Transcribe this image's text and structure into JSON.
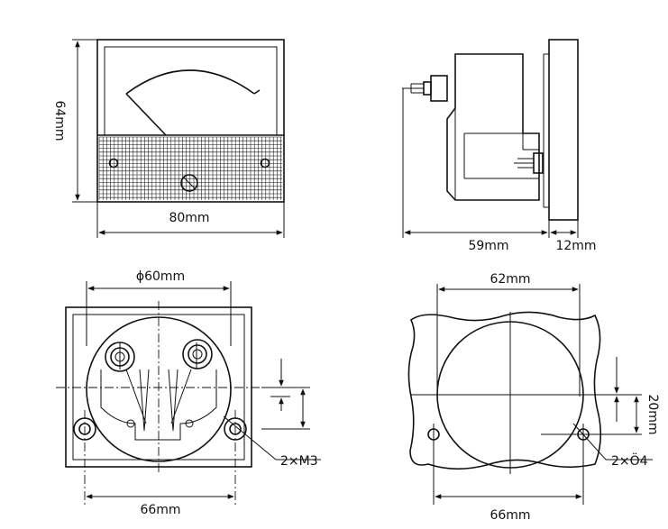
{
  "labels": {
    "front_height": "64mm",
    "front_width": "80mm",
    "side_depth": "59mm",
    "side_flange": "12mm",
    "back_diameter": "ϕ60mm",
    "back_width": "66mm",
    "back_screws": "2×M3",
    "cut_width_top": "62mm",
    "cut_width_bottom": "66mm",
    "cut_offset": "20mm",
    "cut_holes": "2×Ö4"
  }
}
